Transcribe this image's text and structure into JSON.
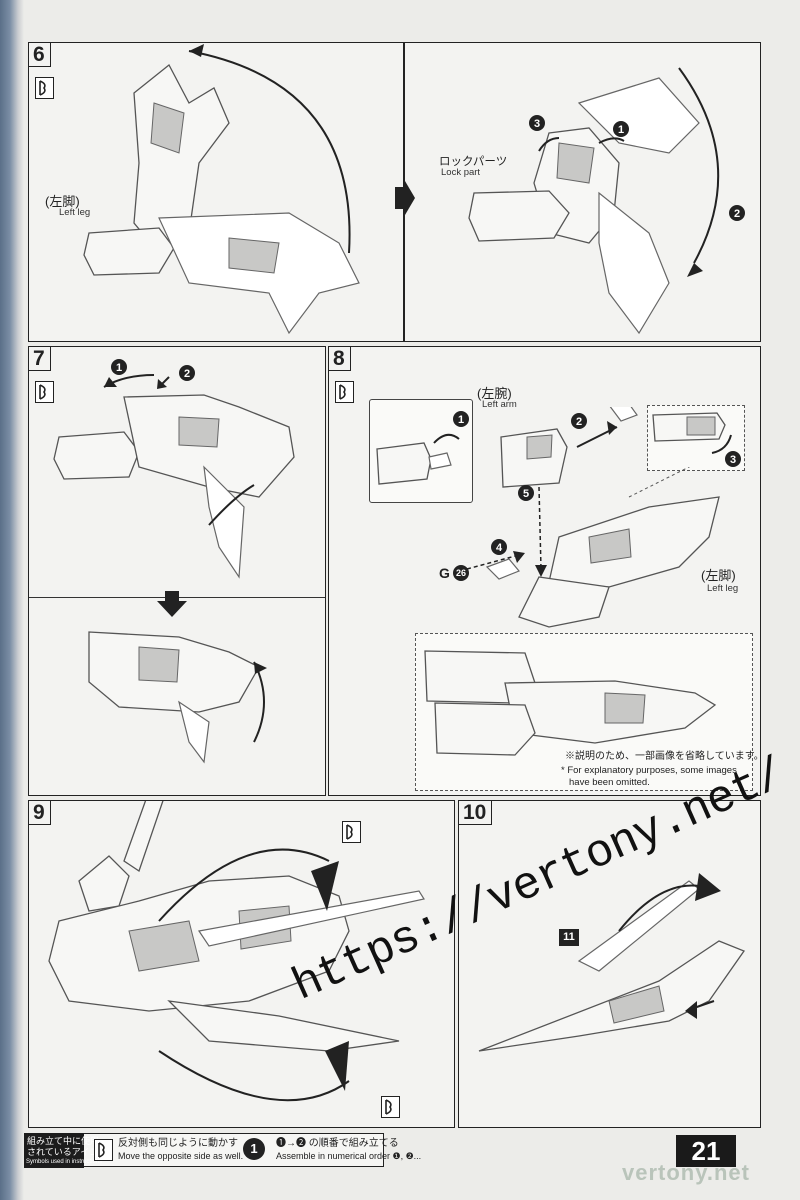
{
  "steps": {
    "s6": {
      "num": "6",
      "left_leg_jp": "(左脚)",
      "left_leg_en": "Left leg",
      "lock_jp": "ロックパーツ",
      "lock_en": "Lock part",
      "circ": [
        "3",
        "1",
        "2"
      ]
    },
    "s7": {
      "num": "7",
      "circ": [
        "1",
        "2"
      ]
    },
    "s8": {
      "num": "8",
      "left_arm_jp": "(左腕)",
      "left_arm_en": "Left arm",
      "left_leg_jp": "(左脚)",
      "left_leg_en": "Left leg",
      "part_letter": "G",
      "part_number": "26",
      "circ": [
        "1",
        "2",
        "3",
        "4",
        "5"
      ],
      "note_jp": "※説明のため、一部画像を省略しています。",
      "note_en_1": "* For explanatory purposes, some images",
      "note_en_2": "have been omitted."
    },
    "s9": {
      "num": "9"
    },
    "s10": {
      "num": "10",
      "part_number": "11"
    }
  },
  "footer": {
    "legend_jp_1": "組み立て中に使用",
    "legend_jp_2": "されているアイコン",
    "legend_en": "Symbols used in instructions",
    "opposite_jp": "反対側も同じように動かす",
    "opposite_en": "Move the opposite side as well.",
    "order_num": "1",
    "order_jp": "❶→❷ の順番で組み立てる",
    "order_en": "Assemble in numerical order ❶, ❷..."
  },
  "page_number": "21",
  "watermark": "https://vertony.net/",
  "site": "vertony.net"
}
